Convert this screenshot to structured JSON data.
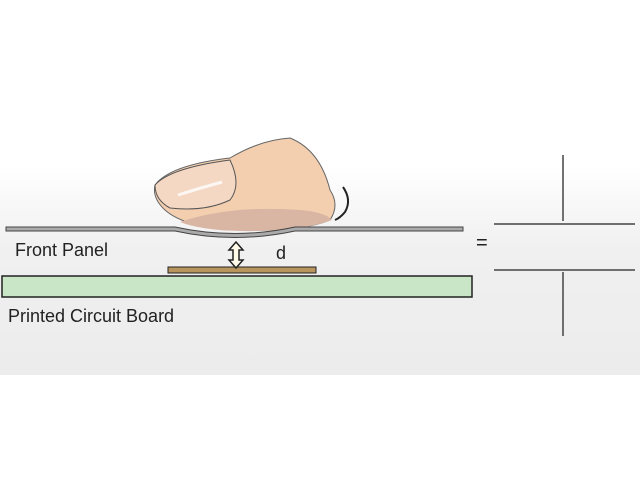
{
  "labels": {
    "front_panel": "Front Panel",
    "pcb": "Printed Circuit Board",
    "distance": "d",
    "equals": "="
  },
  "colors": {
    "pcb_fill": "#c9e6c6",
    "electrode": "#b8955c",
    "skin": "#f3cfb0"
  }
}
